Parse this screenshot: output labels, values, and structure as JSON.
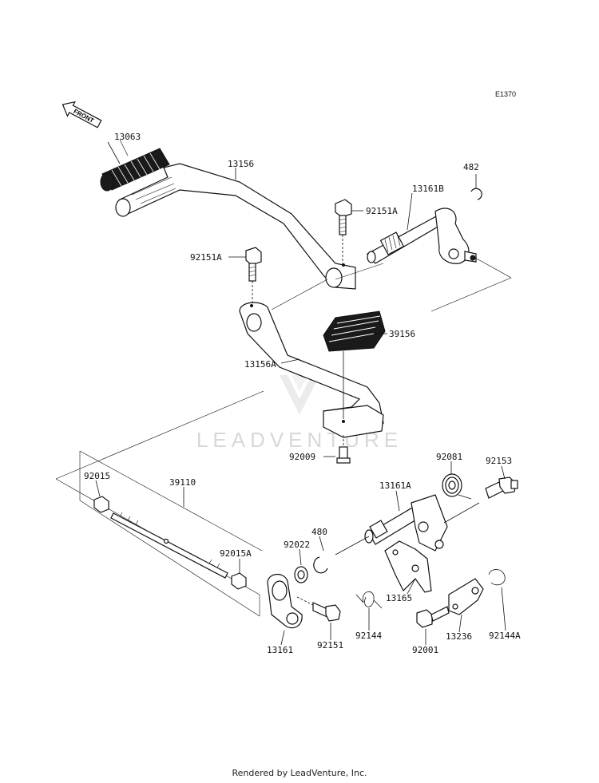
{
  "diagram_code": "E1370",
  "front_label": "FRONT",
  "watermark": "LEADVENTURE",
  "parts": {
    "p13063": "13063",
    "p13156": "13156",
    "p482": "482",
    "p13161B": "13161B",
    "p92151A_top": "92151A",
    "p92151A_left": "92151A",
    "p39156": "39156",
    "p13156A": "13156A",
    "p92009": "92009",
    "p92081": "92081",
    "p92153": "92153",
    "p92015": "92015",
    "p39110": "39110",
    "p13161A": "13161A",
    "p480": "480",
    "p92022": "92022",
    "p92015A": "92015A",
    "p13165": "13165",
    "p92144": "92144",
    "p92151": "92151",
    "p13161": "13161",
    "p92001": "92001",
    "p13236": "13236",
    "p92144A": "92144A"
  },
  "footer": "Rendered by LeadVenture, Inc."
}
